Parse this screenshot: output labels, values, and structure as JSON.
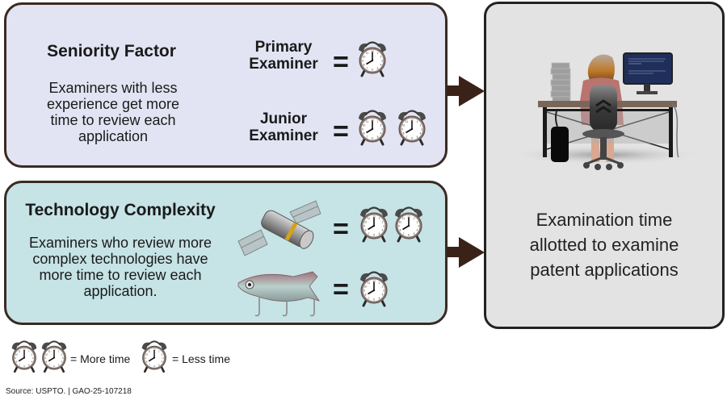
{
  "seniority": {
    "title": "Seniority Factor",
    "description": "Examiners with less experience get more time to review each application",
    "rows": [
      {
        "label_line1": "Primary",
        "label_line2": "Examiner",
        "equals": "=",
        "clock_count": 1
      },
      {
        "label_line1": "Junior",
        "label_line2": "Examiner",
        "equals": "=",
        "clock_count": 2
      }
    ]
  },
  "technology": {
    "title": "Technology Complexity",
    "description": "Examiners who review more complex technologies have more time to review each application.",
    "rows": [
      {
        "icon": "satellite-icon",
        "equals": "=",
        "clock_count": 2
      },
      {
        "icon": "fishing-lure-icon",
        "equals": "=",
        "clock_count": 1
      }
    ]
  },
  "result": {
    "illustration": "examiner-at-desk-illustration",
    "text": "Examination time allotted to examine patent applications"
  },
  "legend": {
    "more_time": "= More time",
    "less_time": "= Less time"
  },
  "source": "Source: USPTO.  |  GAO-25-107218",
  "colors": {
    "seniority_bg": "#e3e4f3",
    "technology_bg": "#c6e3e6",
    "result_bg": "#e3e3e3",
    "border_brown": "#3b2a22",
    "arrow": "#3b2218"
  }
}
